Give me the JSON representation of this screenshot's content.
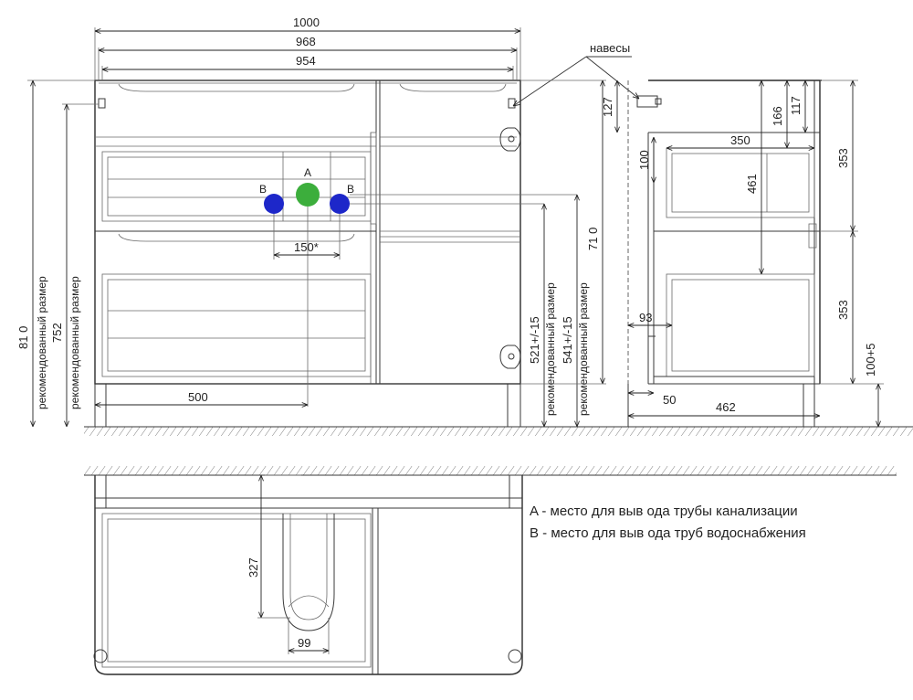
{
  "front_view": {
    "dims_top": [
      "1000",
      "968",
      "954"
    ],
    "hinges_label": "навесы",
    "left_overall": "81 0",
    "left_rec_label_1": "рекомендованный размер",
    "left_inner": "752",
    "left_rec_label_2": "рекомендованный размер",
    "point_a": "A",
    "point_b_left": "B",
    "point_b_right": "B",
    "spacing": "150*",
    "offset_bottom": "500",
    "right_dim_1": "521+/-15",
    "right_rec_label_1": "рекомендованный размер",
    "right_dim_2": "541+/-15",
    "right_rec_label_2": "рекомендованный размер",
    "right_height": "71 0",
    "pipe_a_color": "#3cae3c",
    "pipe_b_color": "#1d27c9"
  },
  "side_view": {
    "dim_top_left": "127",
    "dim_100": "100",
    "dim_166": "166",
    "dim_117": "117",
    "dim_350": "350",
    "dim_461": "461",
    "dim_353_top": "353",
    "dim_353_bottom": "353",
    "dim_100_5": "100+5",
    "dim_93": "93",
    "dim_50": "50",
    "dim_462": "462"
  },
  "top_view": {
    "dim_327": "327",
    "dim_99": "99"
  },
  "legend": {
    "line_a": "A - место для выв ода трубы канализации",
    "line_b": "B - место для выв ода труб водоснабжения"
  }
}
